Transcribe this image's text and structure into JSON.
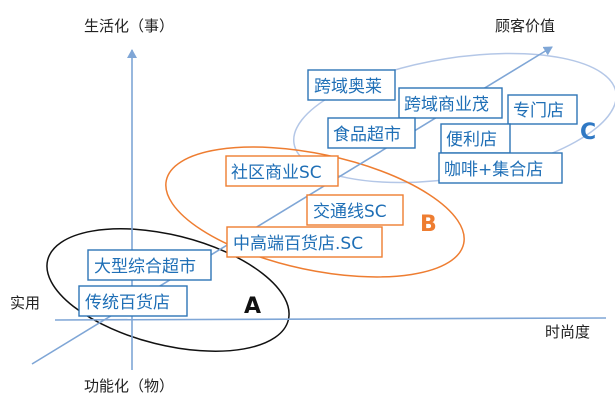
{
  "axes": {
    "top": "生活化（事）",
    "bottom": "功能化（物）",
    "left": "实用",
    "right": "时尚度",
    "diagonal": "顾客价值"
  },
  "groups": {
    "A": {
      "label": "A",
      "color": "#111111"
    },
    "B": {
      "label": "B",
      "color": "#ee7d31"
    },
    "C": {
      "label": "C",
      "color": "#2f78c4"
    }
  },
  "boxes": [
    {
      "id": "kuayu-aolai",
      "text": "跨域奥莱",
      "group": "C"
    },
    {
      "id": "kuayu-shangyemao",
      "text": "跨域商业茂",
      "group": "C"
    },
    {
      "id": "zhuanmendian",
      "text": "专门店",
      "group": "C"
    },
    {
      "id": "shipin-chaoshi",
      "text": "食品超市",
      "group": "C"
    },
    {
      "id": "bianlidian",
      "text": "便利店",
      "group": "C"
    },
    {
      "id": "kafei-jiheidian",
      "text": "咖啡+集合店",
      "group": "C"
    },
    {
      "id": "shequ-shangye-sc",
      "text": "社区商业SC",
      "group": "B"
    },
    {
      "id": "jiaotongxian-sc",
      "text": "交通线SC",
      "group": "B"
    },
    {
      "id": "zhonggaoduan-baihuodian-sc",
      "text": "中高端百货店.SC",
      "group": "B"
    },
    {
      "id": "daxing-zonghe-chaoshi",
      "text": "大型综合超市",
      "group": "A"
    },
    {
      "id": "chuantong-baihuodian",
      "text": "传统百货店",
      "group": "A"
    }
  ],
  "colors": {
    "axis": "#7fa6d6",
    "ellipse_a": "#111111",
    "ellipse_b": "#ee7d31",
    "ellipse_c": "#b4c7e7",
    "box_text": "#1f6fb6",
    "box_border_a_c": "#2e75b6",
    "box_border_b": "#ee7d31"
  }
}
